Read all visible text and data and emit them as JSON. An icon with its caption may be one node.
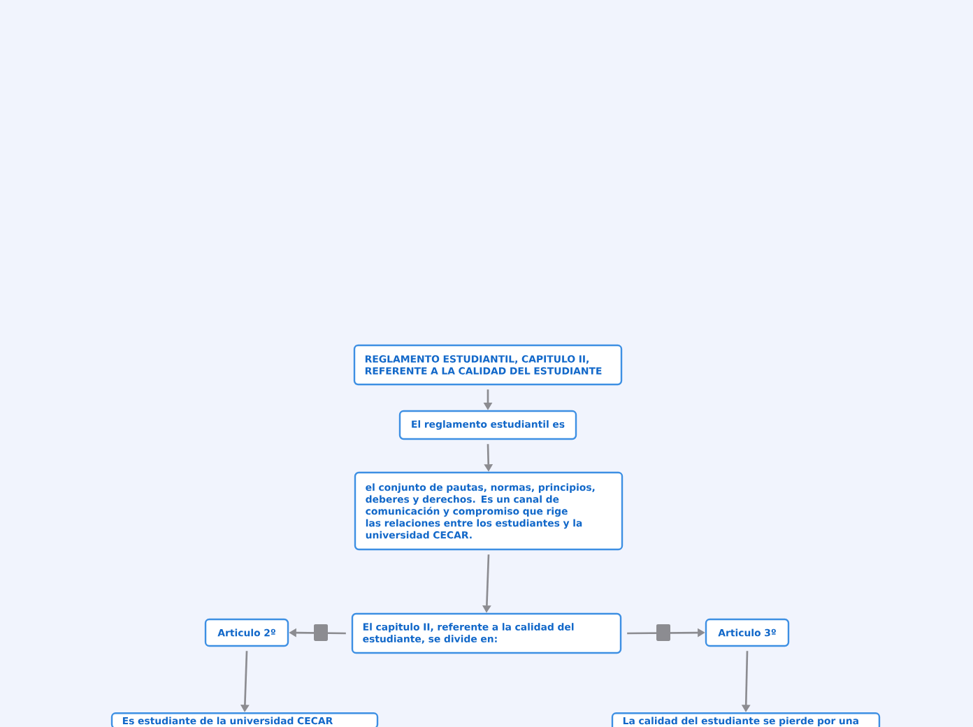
{
  "diagram": {
    "nodes": [
      {
        "text": [
          "REGLAMENTO ESTUDIANTIL, CAPITULO II, REFERENTE A LA CALIDAD DEL ESTUDIANTE"
        ]
      },
      {
        "text": [
          "El reglamento estudiantil es"
        ]
      },
      {
        "text": [
          "el conjunto de pautas, normas, principios, deberes y derechos. Es un canal de comunicación y compromiso que rige las relaciones entre los estudiantes y la universidad CECAR."
        ]
      },
      {
        "text": [
          "El capitulo II, referente a la calidad del estudiante, se divide en:"
        ]
      },
      {
        "text": [
          "Articulo 2º"
        ]
      },
      {
        "text": [
          "Articulo 3º"
        ]
      },
      {
        "text": [
          "Es estudiante de la universidad CECAR"
        ]
      },
      {
        "text": [
          "La calidad del estudiante se pierde por una"
        ]
      }
    ],
    "edges": [
      {
        "from": 0,
        "to": 1,
        "arrow": "to"
      },
      {
        "from": 1,
        "to": 2,
        "arrow": "to"
      },
      {
        "from": 2,
        "to": 3,
        "arrow": "to"
      },
      {
        "from": 3,
        "to": 4,
        "arrow": "to"
      },
      {
        "from": 3,
        "to": 5,
        "arrow": "to"
      },
      {
        "from": 4,
        "to": 6,
        "arrow": "to"
      },
      {
        "from": 5,
        "to": 7,
        "arrow": "to"
      }
    ]
  }
}
